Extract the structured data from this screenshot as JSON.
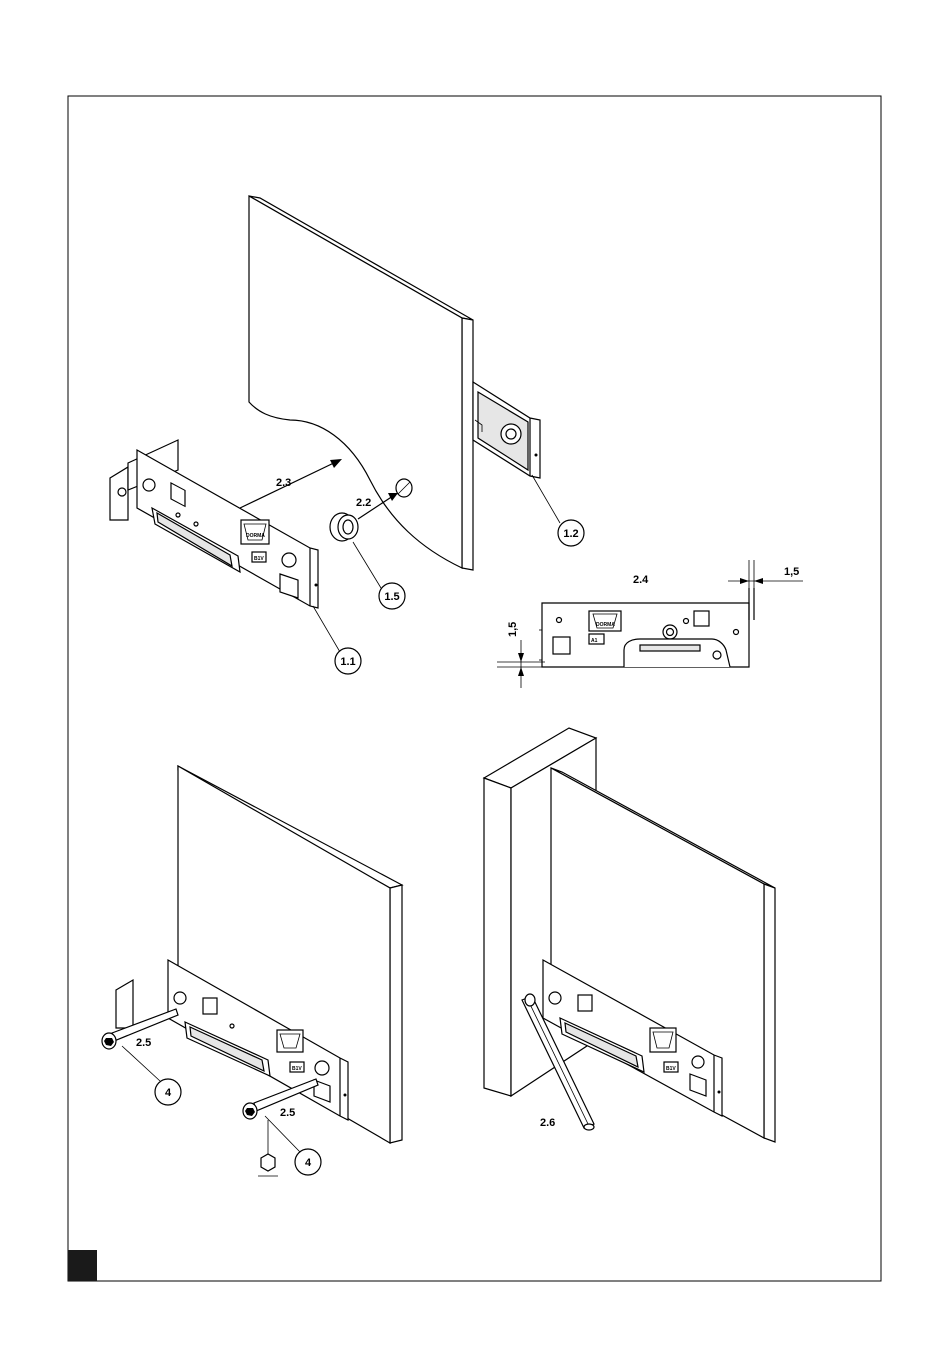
{
  "labels": {
    "l_2_3": "2.3",
    "l_2_2": "2.2",
    "l_2_4": "2.4",
    "l_1_5_dim_top": "1,5",
    "l_1_5_dim_side": "1,5",
    "l_2_5_a": "2.5",
    "l_2_5_b": "2.5",
    "l_2_6": "2.6"
  },
  "callouts": {
    "c_1_1": "1.1",
    "c_1_2": "1.2",
    "c_1_5": "1.5",
    "c_4_a": "4",
    "c_4_b": "4"
  },
  "plate_marks": {
    "brand": "DORMA",
    "code_a": "B1V",
    "code_b": "A1"
  }
}
